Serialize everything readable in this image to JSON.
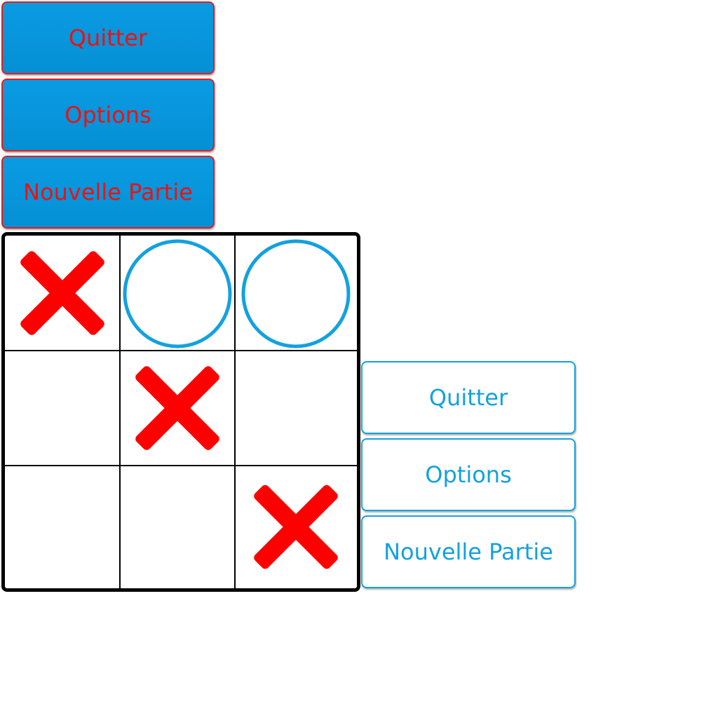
{
  "menu_primary": {
    "quit_label": "Quitter",
    "options_label": "Options",
    "new_game_label": "Nouvelle Partie"
  },
  "menu_secondary": {
    "quit_label": "Quitter",
    "options_label": "Options",
    "new_game_label": "Nouvelle Partie"
  },
  "board": {
    "cells": [
      [
        "X",
        "O",
        "O"
      ],
      [
        "",
        "X",
        ""
      ],
      [
        "",
        "",
        "X"
      ]
    ]
  },
  "colors": {
    "x_mark": "#ff0000",
    "o_mark": "#13a1de",
    "primary_button_bg": "#0a9be3",
    "primary_button_text": "#ee1111",
    "secondary_button_text": "#13a1de",
    "grid_line": "#000000"
  }
}
